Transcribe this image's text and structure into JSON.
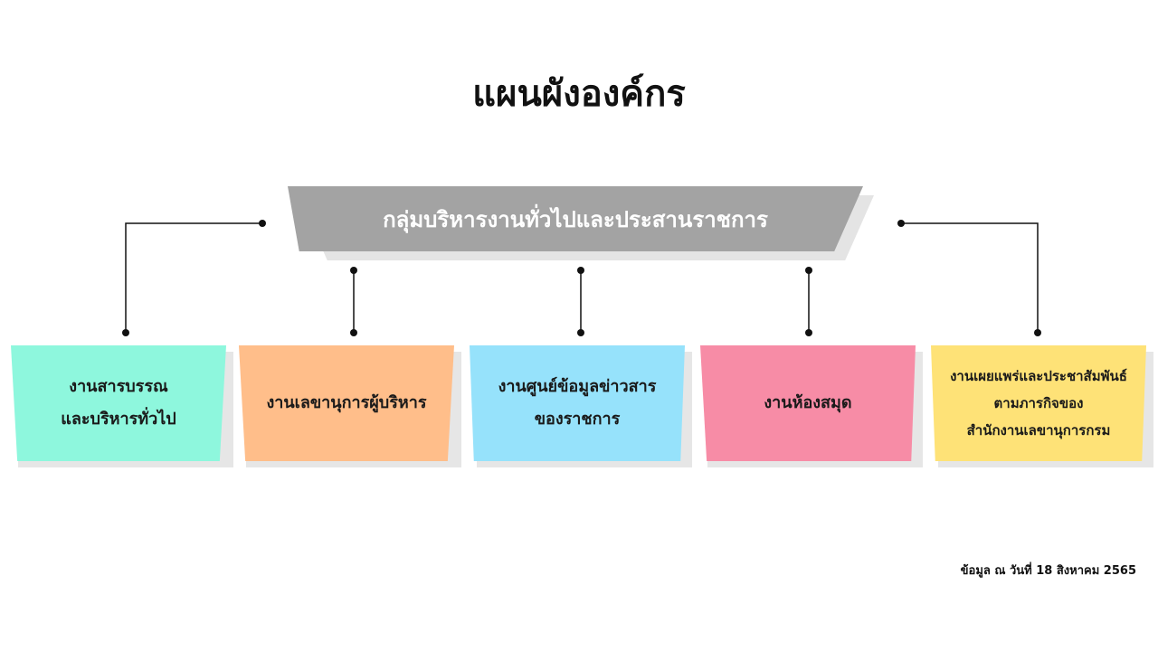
{
  "title": "แผนผังองค์กร",
  "head_unit": {
    "label": "กลุ่มบริหารงานทั่วไปและประสานราชการ"
  },
  "units": [
    {
      "label": "งานสารบรรณ\nและบริหารทั่วไป",
      "color": "#8ef7dd"
    },
    {
      "label": "งานเลขานุการผู้บริหาร",
      "color": "#ffbe8a"
    },
    {
      "label": "งานศูนย์ข้อมูลข่าวสาร\nของราชการ",
      "color": "#96e2fb"
    },
    {
      "label": "งานห้องสมุด",
      "color": "#f78ca6"
    },
    {
      "label": "งานเผยแพร่และประชาสัมพันธ์\nตามภารกิจของ\nสำนักงานเลขานุการกรม",
      "color": "#fee277"
    }
  ],
  "head_color": "#a3a3a3",
  "footnote": "ข้อมูล ณ วันที่ 18 สิงหาคม 2565"
}
